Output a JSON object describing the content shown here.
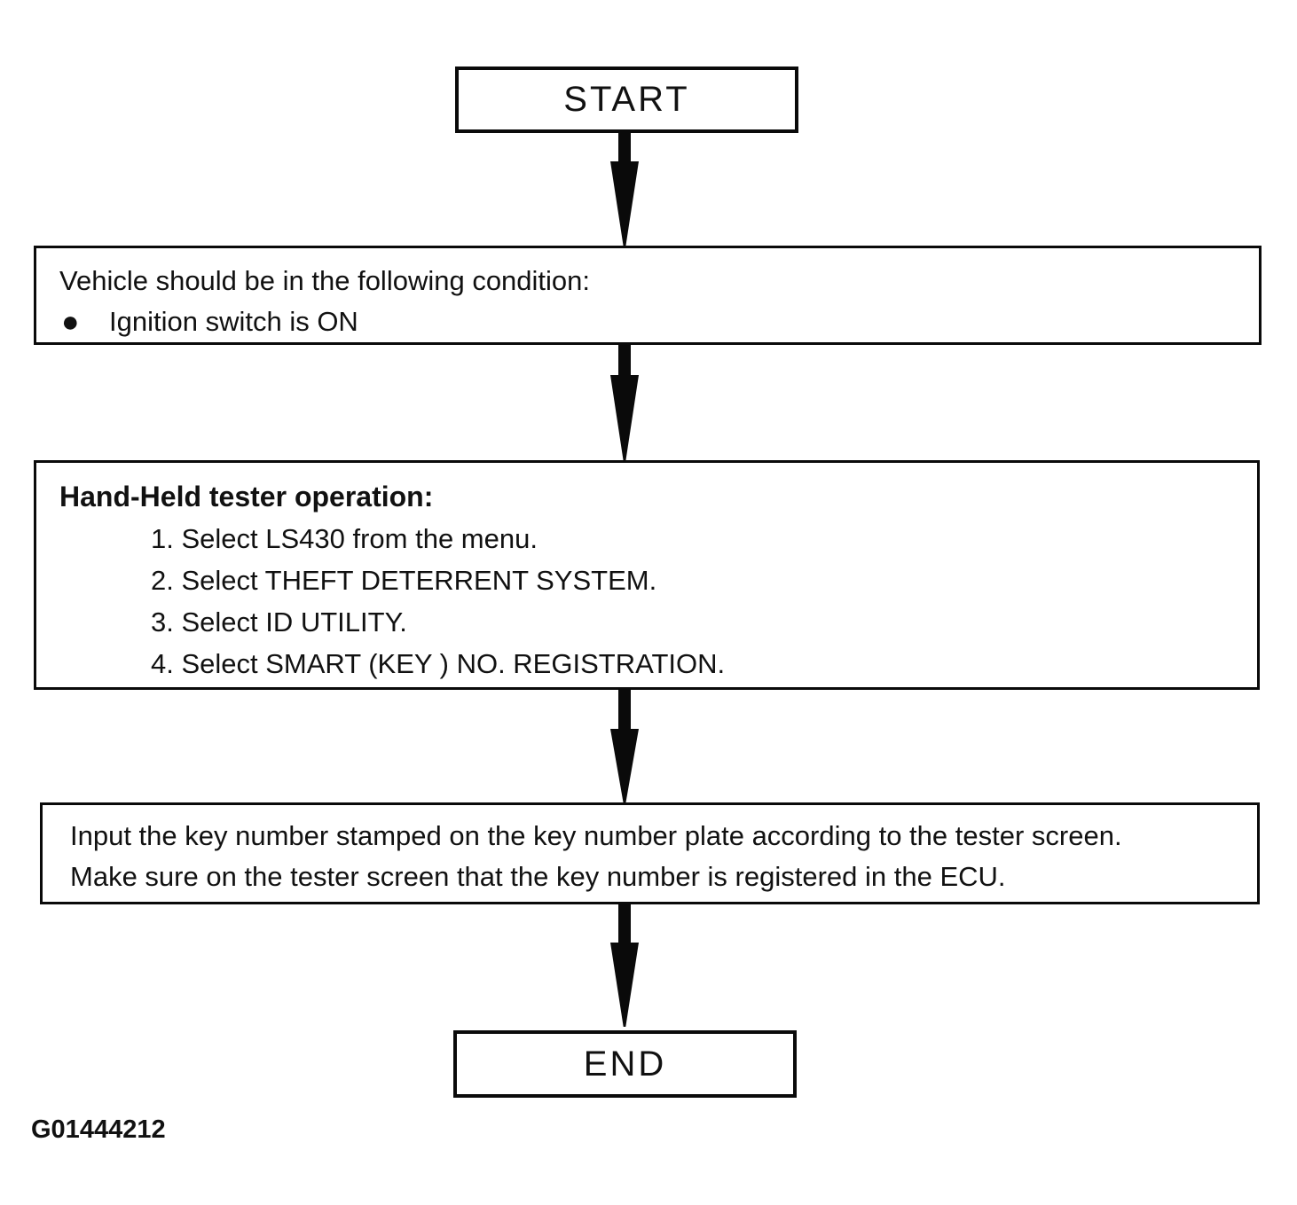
{
  "flowchart": {
    "start_label": "START",
    "end_label": "END",
    "condition_box": {
      "title": "Vehicle should be in the following condition:",
      "bullet_glyph": "●",
      "bullet_items": [
        "Ignition switch is ON"
      ]
    },
    "tester_box": {
      "title": "Hand-Held tester operation:",
      "steps": [
        "1. Select LS430 from the menu.",
        "2. Select THEFT DETERRENT SYSTEM.",
        "3. Select ID UTILITY.",
        "4. Select SMART (KEY ) NO. REGISTRATION."
      ]
    },
    "input_box": {
      "lines": [
        "Input the key number stamped on the key number plate according to the tester screen.",
        "Make sure on the tester screen that the key number is registered in the ECU."
      ]
    },
    "figure_id": "G01444212",
    "colors": {
      "ink": "#0a0a0a",
      "background": "#ffffff"
    }
  }
}
